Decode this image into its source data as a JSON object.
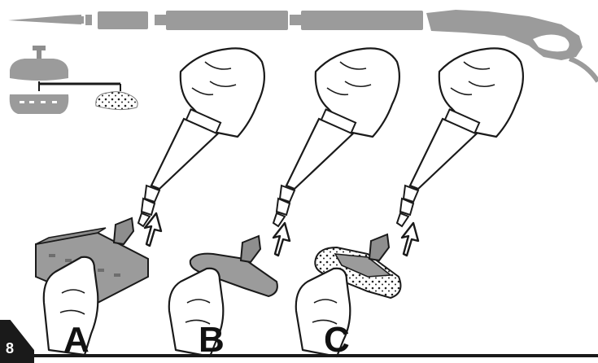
{
  "page_number": "8",
  "steps": [
    {
      "label": "A",
      "attachment": "rectangular-brush-head"
    },
    {
      "label": "B",
      "attachment": "triangular-brush-head"
    },
    {
      "label": "C",
      "attachment": "triangular-brush-head-with-cloth-cover"
    }
  ],
  "colors": {
    "component_gray": "#9a9a9a",
    "dark_gray": "#7d7d7d",
    "line_black": "#1a1a1a",
    "background": "#ffffff"
  },
  "icons": [
    "extension-tubes",
    "steam-gun-handle",
    "brush-head-parts-diagram",
    "up-arrow",
    "hand",
    "steam-nozzle"
  ]
}
